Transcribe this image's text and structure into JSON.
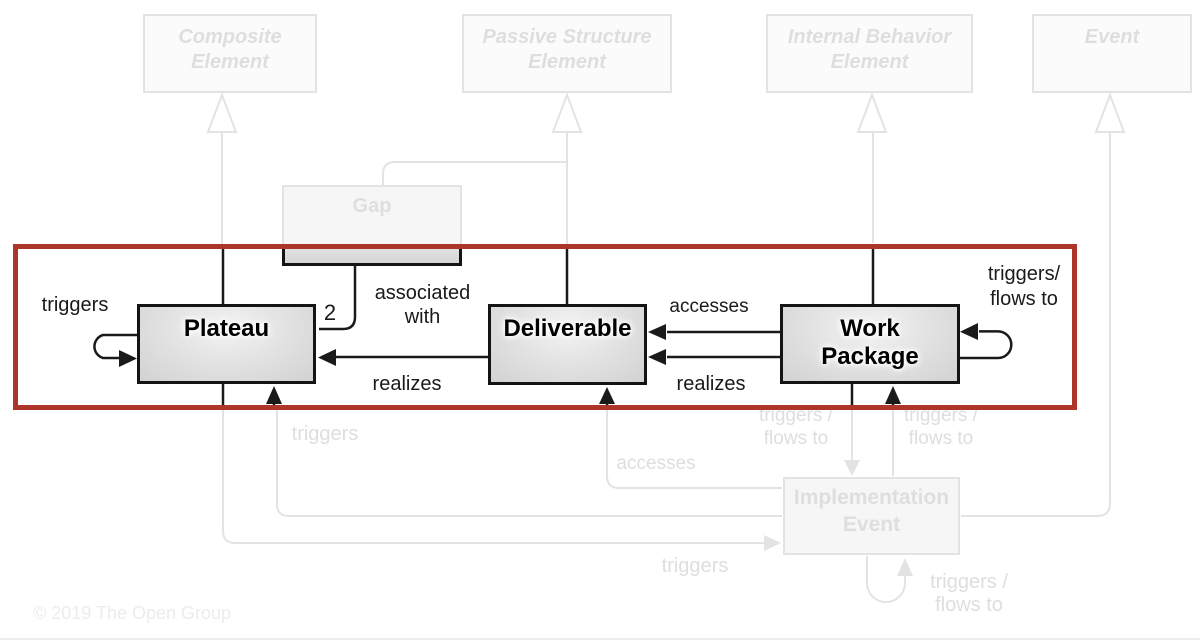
{
  "colors": {
    "highlight_border_red": "#ae3529",
    "line_black": "#1a1a1a",
    "faded_gray": "#e3e3e3",
    "box_fill_gray": "#d9d9d9"
  },
  "nodes": {
    "composite_element": {
      "label": "Composite\nElement"
    },
    "passive_structure_element": {
      "label": "Passive Structure\nElement"
    },
    "internal_behavior_element": {
      "label": "Internal Behavior\nElement"
    },
    "event": {
      "label": "Event"
    },
    "gap": {
      "label": "Gap"
    },
    "plateau": {
      "label": "Plateau"
    },
    "deliverable": {
      "label": "Deliverable"
    },
    "work_package": {
      "label": "Work\nPackage"
    },
    "implementation_event": {
      "label": "Implementation\nEvent"
    }
  },
  "relationships": {
    "plateau_self_triggers": "triggers",
    "gap_plateau_multiplicity": "2",
    "gap_plateau_association": "associated\nwith",
    "wp_deliverable_accesses": "accesses",
    "deliverable_plateau_realizes": "realizes",
    "wp_deliverable_realizes": "realizes",
    "wp_self_triggers_flows": "triggers/\nflows to",
    "ie_plateau_triggers": "triggers",
    "ie_deliverable_accesses": "accesses",
    "wp_ie_triggers_flows": "triggers /\nflows to",
    "ie_wp_triggers_flows": "triggers /\nflows to",
    "plateau_ie_triggers": "triggers",
    "ie_self_triggers_flows": "triggers /\nflows to"
  },
  "footer": {
    "copyright": "© 2019 The Open Group"
  }
}
